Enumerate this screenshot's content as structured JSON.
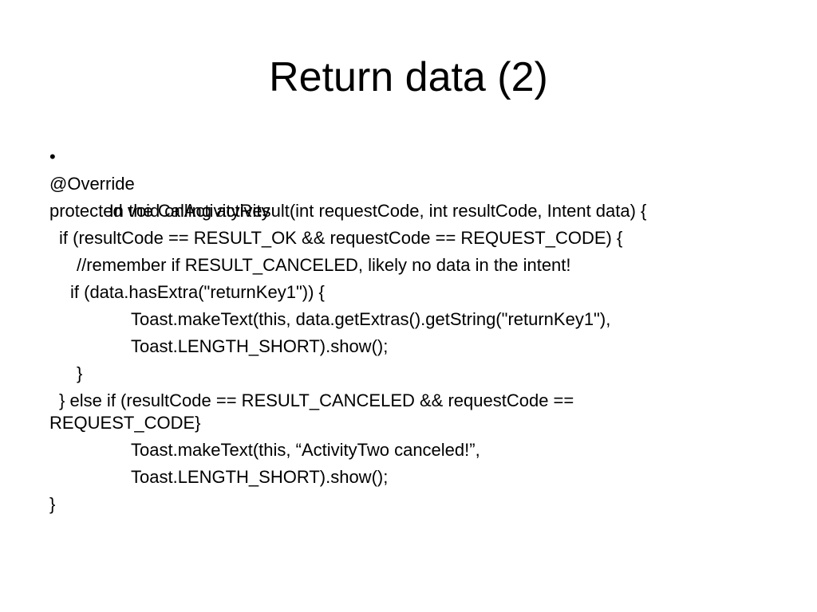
{
  "slide": {
    "title": "Return data (2)",
    "bullet": "•",
    "lines": [
      "In the Calling activity",
      "@Override",
      "protected void onActivityResult(int requestCode, int resultCode, Intent data) {",
      "if (resultCode == RESULT_OK && requestCode == REQUEST_CODE) {",
      "//remember if RESULT_CANCELED, likely no data in the intent!",
      "if (data.hasExtra(\"returnKey1\")) {",
      "Toast.makeText(this, data.getExtras().getString(\"returnKey1\"),",
      "Toast.LENGTH_SHORT).show();",
      "}",
      "} else if (resultCode == RESULT_CANCELED && requestCode ==",
      "REQUEST_CODE}",
      "Toast.makeText(this, “ActivityTwo canceled!”,",
      "Toast.LENGTH_SHORT).show();",
      "}"
    ]
  }
}
